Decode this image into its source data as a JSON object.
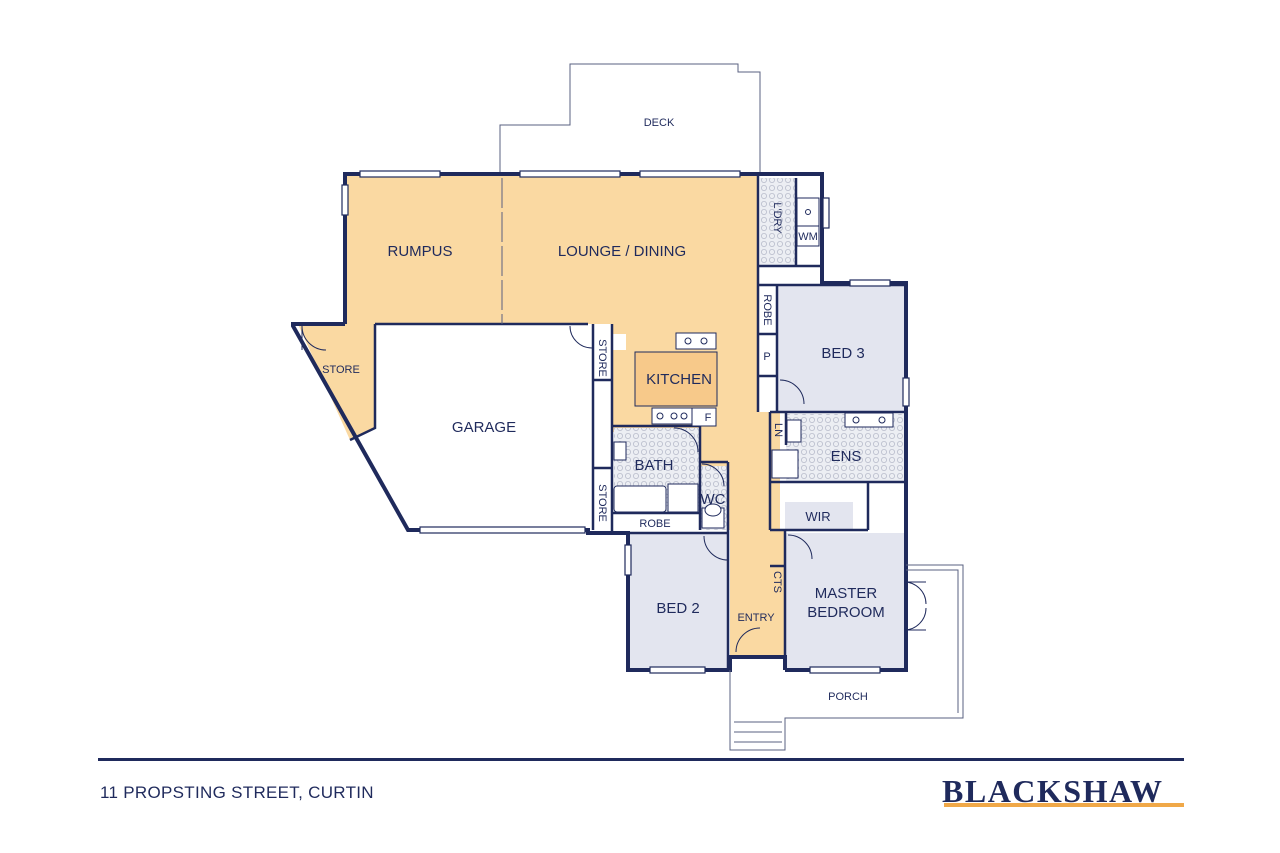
{
  "address": "11 PROPSTING STREET, CURTIN",
  "brand": {
    "name": "BLACKSHAW"
  },
  "colors": {
    "wall": "#1f2a5c",
    "living": "#fad9a2",
    "bedroom": "#e3e5ef",
    "wet": "#eceef3",
    "brand_accent": "#f0a848"
  },
  "rooms": {
    "deck": "DECK",
    "rumpus": "RUMPUS",
    "lounge": "LOUNGE / DINING",
    "laundry": "L'DRY",
    "wm": "WM",
    "store_left": "STORE",
    "garage": "GARAGE",
    "store_top": "STORE",
    "store_bottom": "STORE",
    "kitchen": "KITCHEN",
    "fridge": "F",
    "bath": "BATH",
    "wc": "WC",
    "robe_bath": "ROBE",
    "robe_bed3": "ROBE",
    "pantry": "P",
    "bed3": "BED 3",
    "linen": "LN",
    "ensuite": "ENS",
    "wir": "WIR",
    "cts": "CTS",
    "master_line1": "MASTER",
    "master_line2": "BEDROOM",
    "bed2": "BED 2",
    "entry": "ENTRY",
    "porch": "PORCH"
  }
}
